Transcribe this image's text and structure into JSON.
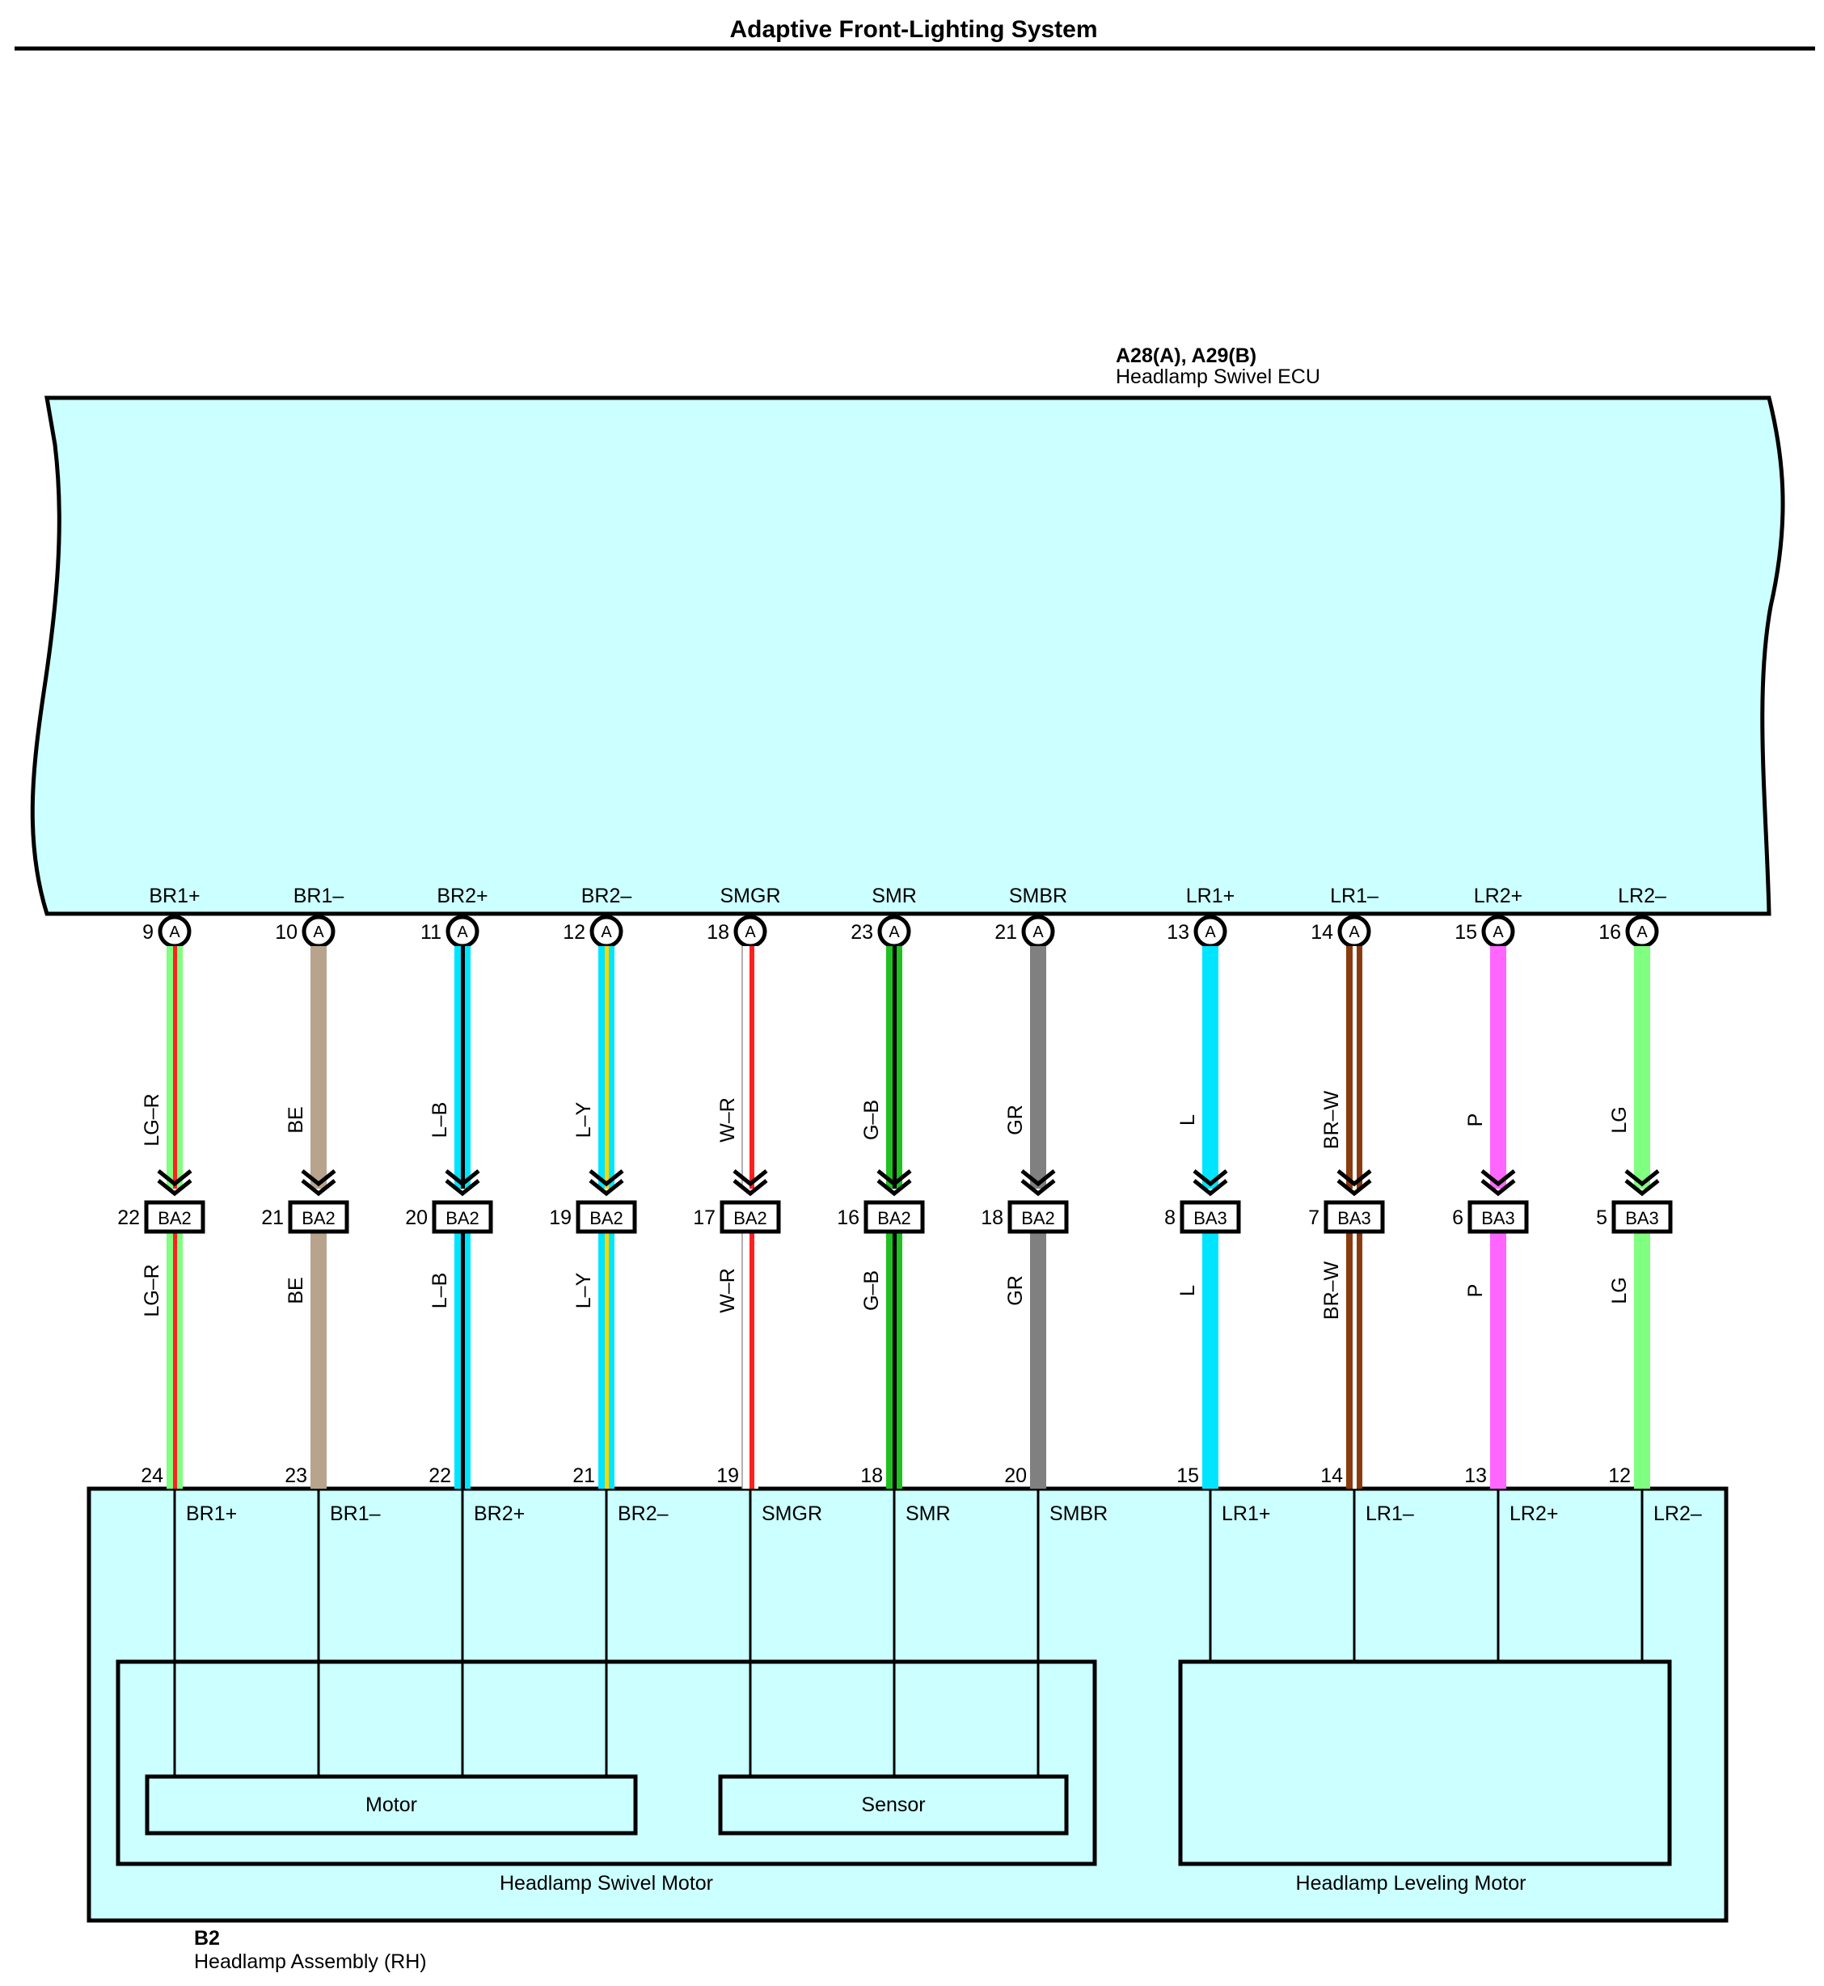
{
  "title": "Adaptive Front-Lighting System",
  "ecu": {
    "id": "A28(A), A29(B)",
    "name": "Headlamp Swivel ECU"
  },
  "assembly": {
    "id": "B2",
    "name": "Headlamp Assembly (RH)"
  },
  "swivel_motor": {
    "name": "Headlamp Swivel Motor",
    "motor_label": "Motor",
    "sensor_label": "Sensor"
  },
  "leveling_motor": {
    "name": "Headlamp Leveling Motor"
  },
  "colors": {
    "ecu_fill": "#ccffff",
    "LG": "#80ff80",
    "R": "#ff2020",
    "BE": "#b8a48c",
    "L": "#00e5ff",
    "B": "#000000",
    "Y": "#ffd700",
    "W": "#ffffff",
    "G": "#20c020",
    "GR": "#808080",
    "BR": "#8b3a0f",
    "P": "#ff66ff"
  },
  "wires": [
    {
      "signal": "BR1+",
      "ecu_pin": "9",
      "ecu_conn": "A",
      "wire_color": "LG–R",
      "base": "LG",
      "stripe": "R",
      "junction": "BA2",
      "junction_pin": "22",
      "assembly_pin": "24",
      "assembly_signal": "BR1+",
      "group": "motor"
    },
    {
      "signal": "BR1–",
      "ecu_pin": "10",
      "ecu_conn": "A",
      "wire_color": "BE",
      "base": "BE",
      "stripe": null,
      "junction": "BA2",
      "junction_pin": "21",
      "assembly_pin": "23",
      "assembly_signal": "BR1–",
      "group": "motor"
    },
    {
      "signal": "BR2+",
      "ecu_pin": "11",
      "ecu_conn": "A",
      "wire_color": "L–B",
      "base": "L",
      "stripe": "B",
      "junction": "BA2",
      "junction_pin": "20",
      "assembly_pin": "22",
      "assembly_signal": "BR2+",
      "group": "motor"
    },
    {
      "signal": "BR2–",
      "ecu_pin": "12",
      "ecu_conn": "A",
      "wire_color": "L–Y",
      "base": "L",
      "stripe": "Y",
      "junction": "BA2",
      "junction_pin": "19",
      "assembly_pin": "21",
      "assembly_signal": "BR2–",
      "group": "motor"
    },
    {
      "signal": "SMGR",
      "ecu_pin": "18",
      "ecu_conn": "A",
      "wire_color": "W–R",
      "base": "W",
      "stripe": "R",
      "junction": "BA2",
      "junction_pin": "17",
      "assembly_pin": "19",
      "assembly_signal": "SMGR",
      "group": "sensor"
    },
    {
      "signal": "SMR",
      "ecu_pin": "23",
      "ecu_conn": "A",
      "wire_color": "G–B",
      "base": "G",
      "stripe": "B",
      "junction": "BA2",
      "junction_pin": "16",
      "assembly_pin": "18",
      "assembly_signal": "SMR",
      "group": "sensor"
    },
    {
      "signal": "SMBR",
      "ecu_pin": "21",
      "ecu_conn": "A",
      "wire_color": "GR",
      "base": "GR",
      "stripe": null,
      "junction": "BA2",
      "junction_pin": "18",
      "assembly_pin": "20",
      "assembly_signal": "SMBR",
      "group": "sensor"
    },
    {
      "signal": "LR1+",
      "ecu_pin": "13",
      "ecu_conn": "A",
      "wire_color": "L",
      "base": "L",
      "stripe": null,
      "junction": "BA3",
      "junction_pin": "8",
      "assembly_pin": "15",
      "assembly_signal": "LR1+",
      "group": "leveling"
    },
    {
      "signal": "LR1–",
      "ecu_pin": "14",
      "ecu_conn": "A",
      "wire_color": "BR–W",
      "base": "BR",
      "stripe": "W",
      "junction": "BA3",
      "junction_pin": "7",
      "assembly_pin": "14",
      "assembly_signal": "LR1–",
      "group": "leveling"
    },
    {
      "signal": "LR2+",
      "ecu_pin": "15",
      "ecu_conn": "A",
      "wire_color": "P",
      "base": "P",
      "stripe": null,
      "junction": "BA3",
      "junction_pin": "6",
      "assembly_pin": "13",
      "assembly_signal": "LR2+",
      "group": "leveling"
    },
    {
      "signal": "LR2–",
      "ecu_pin": "16",
      "ecu_conn": "A",
      "wire_color": "LG",
      "base": "LG",
      "stripe": null,
      "junction": "BA3",
      "junction_pin": "5",
      "assembly_pin": "12",
      "assembly_signal": "LR2–",
      "group": "leveling"
    }
  ]
}
